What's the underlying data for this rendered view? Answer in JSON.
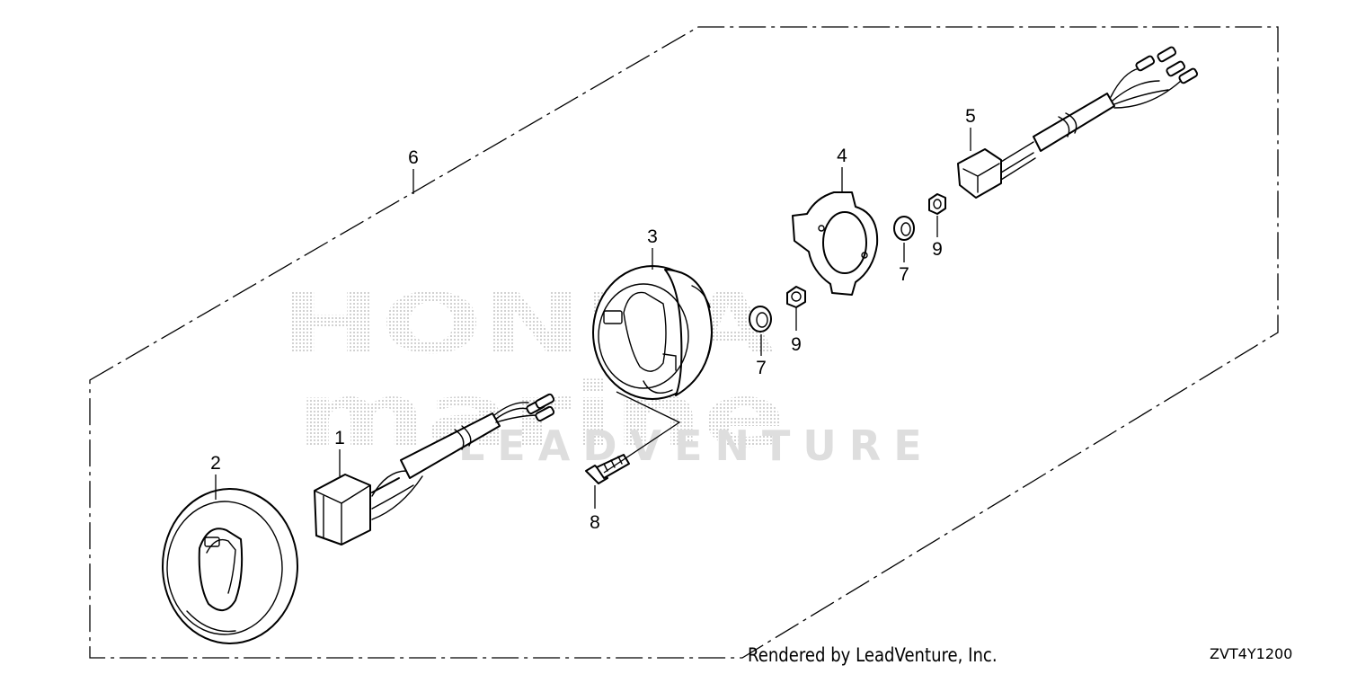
{
  "watermark": {
    "brand_line1": "HONDA",
    "brand_line2": "marine",
    "brand_line3": "LEADVENTURE"
  },
  "callouts": {
    "part_1": "1",
    "part_2": "2",
    "part_3": "3",
    "part_4": "4",
    "part_5": "5",
    "part_6": "6",
    "part_7a": "7",
    "part_7b": "7",
    "part_8": "8",
    "part_9a": "9",
    "part_9b": "9"
  },
  "footer": {
    "credit": "Rendered by LeadVenture, Inc.",
    "diagram_code": "ZVT4Y1200"
  }
}
